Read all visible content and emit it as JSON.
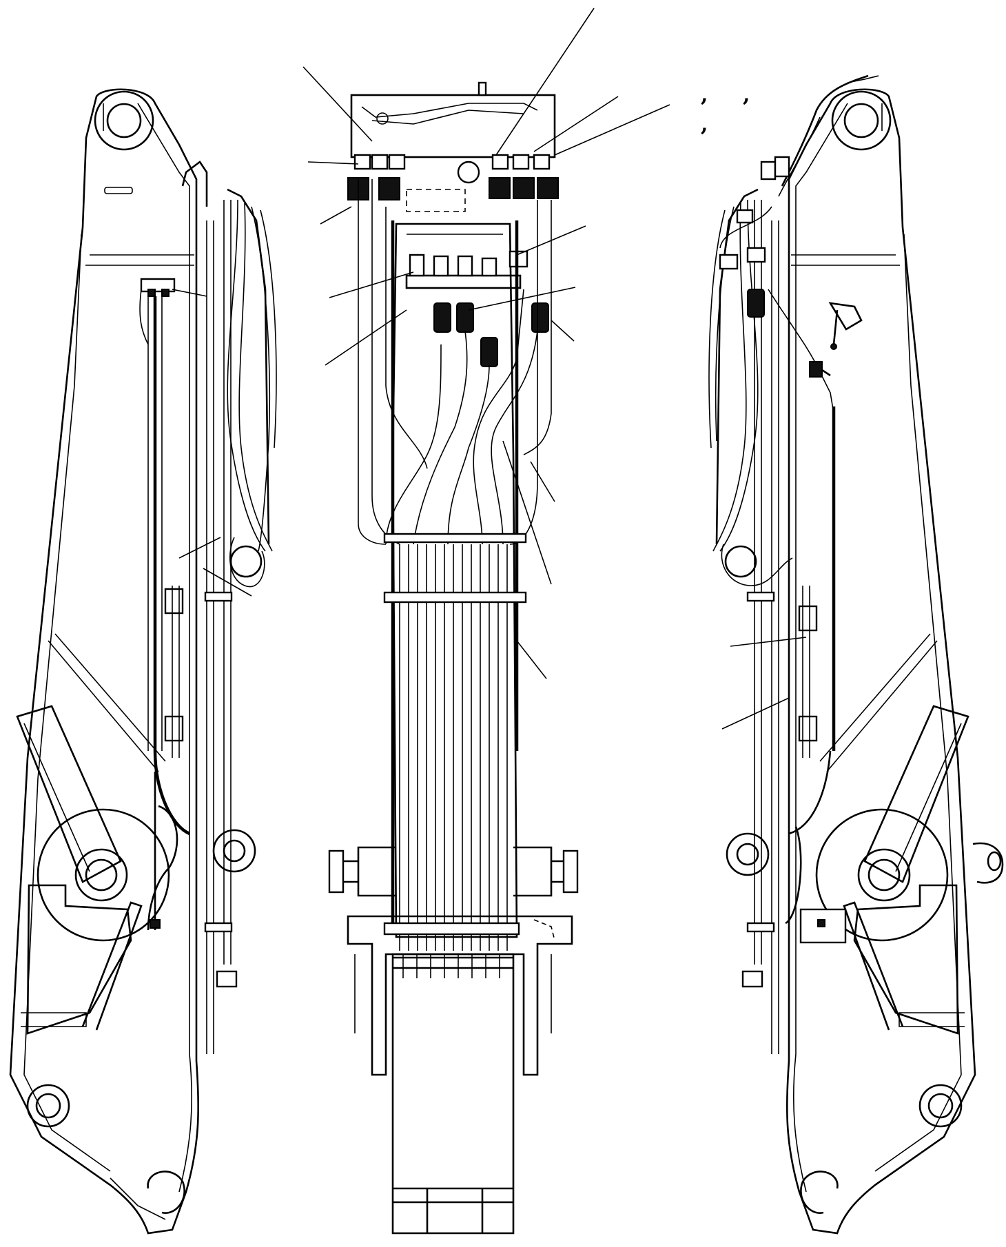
{
  "drawing": {
    "views": [
      {
        "id": "left-side-view"
      },
      {
        "id": "top-view"
      },
      {
        "id": "right-side-view"
      }
    ],
    "marks": [
      ",",
      ",",
      ","
    ]
  }
}
